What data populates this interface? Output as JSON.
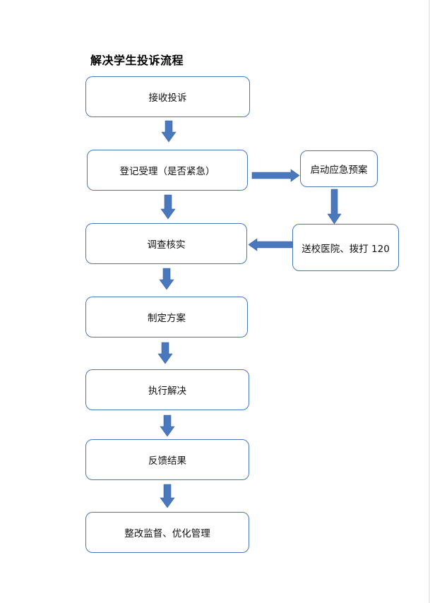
{
  "title": "解决学生投诉流程",
  "steps": [
    "接收投诉",
    "登记受理（是否紧急）",
    "调查核实",
    "制定方案",
    "执行解决",
    "反馈结果",
    "整改监督、优化管理"
  ],
  "emergency": [
    "启动应急预案",
    "送校医院、拨打 120"
  ],
  "colors": {
    "arrow": "#4a78bd",
    "box_border": "#4a78bd"
  }
}
